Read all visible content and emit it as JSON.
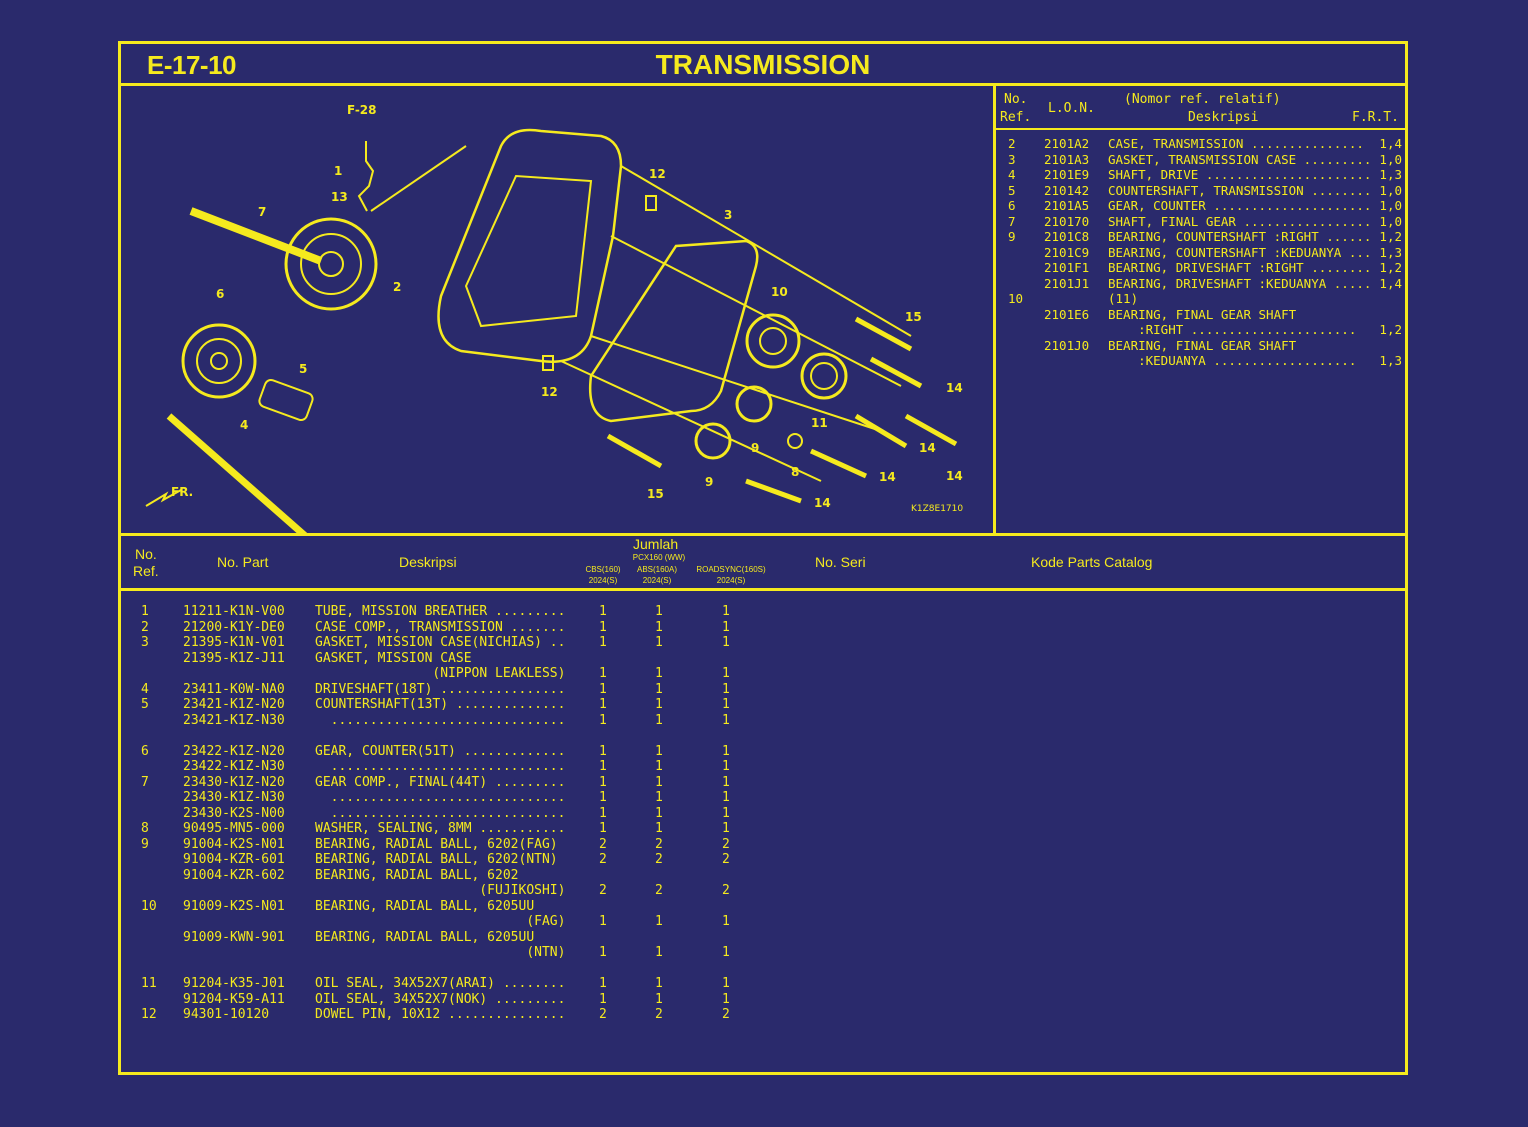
{
  "header": {
    "code": "E-17-10",
    "title": "TRANSMISSION"
  },
  "diagram": {
    "ref_page": "F-28",
    "fr_label": "FR.",
    "code": "K1Z8E1710",
    "callouts": [
      "1",
      "13",
      "7",
      "2",
      "12",
      "3",
      "6",
      "5",
      "10",
      "15",
      "12",
      "14",
      "4",
      "11",
      "9",
      "14",
      "8",
      "14",
      "15",
      "9",
      "14",
      "14"
    ]
  },
  "frt": {
    "headers": {
      "no": "No.",
      "ref": "Ref.",
      "lon": "L.O.N.",
      "relative": "(Nomor ref. relatif)",
      "desc": "Deskripsi",
      "frt": "F.R.T."
    },
    "rows": [
      {
        "ref": "2",
        "lon": "2101A2",
        "desc": "CASE, TRANSMISSION ...............",
        "frt": "1,4"
      },
      {
        "ref": "3",
        "lon": "2101A3",
        "desc": "GASKET, TRANSMISSION CASE .........",
        "frt": "1,0"
      },
      {
        "ref": "4",
        "lon": "2101E9",
        "desc": "SHAFT, DRIVE ......................",
        "frt": "1,3"
      },
      {
        "ref": "5",
        "lon": "210142",
        "desc": "COUNTERSHAFT, TRANSMISSION ........",
        "frt": "1,0"
      },
      {
        "ref": "6",
        "lon": "2101A5",
        "desc": "GEAR, COUNTER .....................",
        "frt": "1,0"
      },
      {
        "ref": "7",
        "lon": "210170",
        "desc": "SHAFT, FINAL GEAR .................",
        "frt": "1,0"
      },
      {
        "ref": "9",
        "lon": "2101C8",
        "desc": "BEARING, COUNTERSHAFT :RIGHT ......",
        "frt": "1,2"
      },
      {
        "ref": "",
        "lon": "2101C9",
        "desc": "BEARING, COUNTERSHAFT :KEDUANYA ...",
        "frt": "1,3"
      },
      {
        "ref": "",
        "lon": "2101F1",
        "desc": "BEARING, DRIVESHAFT :RIGHT ........",
        "frt": "1,2"
      },
      {
        "ref": "",
        "lon": "2101J1",
        "desc": "BEARING, DRIVESHAFT :KEDUANYA .....",
        "frt": "1,4"
      },
      {
        "ref": "10",
        "lon": "",
        "desc": "(11)",
        "frt": ""
      },
      {
        "ref": "",
        "lon": "2101E6",
        "desc": "BEARING, FINAL GEAR SHAFT",
        "frt": ""
      },
      {
        "ref": "",
        "lon": "",
        "desc": "    :RIGHT ......................",
        "frt": "1,2"
      },
      {
        "ref": "",
        "lon": "2101J0",
        "desc": "BEARING, FINAL GEAR SHAFT",
        "frt": ""
      },
      {
        "ref": "",
        "lon": "",
        "desc": "    :KEDUANYA ...................",
        "frt": "1,3"
      }
    ]
  },
  "parts_header": {
    "no": "No.",
    "ref": "Ref.",
    "part": "No. Part",
    "desc": "Deskripsi",
    "jumlah": "Jumlah",
    "model_group": "PCX160 (WW)",
    "cols": [
      "CBS(160)\n2024(S)",
      "ABS(160A)\n2024(S)",
      "ROADSYNC(160S)\n2024(S)"
    ],
    "serial": "No. Seri",
    "catalog": "Kode Parts Catalog"
  },
  "parts": [
    {
      "ref": "1",
      "part": "11211-K1N-V00",
      "desc": "TUBE, MISSION BREATHER .........",
      "q": [
        "1",
        "1",
        "1"
      ]
    },
    {
      "ref": "2",
      "part": "21200-K1Y-DE0",
      "desc": "CASE COMP., TRANSMISSION .......",
      "q": [
        "1",
        "1",
        "1"
      ]
    },
    {
      "ref": "3",
      "part": "21395-K1N-V01",
      "desc": "GASKET, MISSION CASE(NICHIAS) ..",
      "q": [
        "1",
        "1",
        "1"
      ]
    },
    {
      "ref": "",
      "part": "21395-K1Z-J11",
      "desc": "GASKET, MISSION CASE",
      "q": [
        "",
        "",
        ""
      ]
    },
    {
      "ref": "",
      "part": "",
      "desc": "               (NIPPON LEAKLESS)",
      "q": [
        "1",
        "1",
        "1"
      ]
    },
    {
      "ref": "4",
      "part": "23411-K0W-NA0",
      "desc": "DRIVESHAFT(18T) ................",
      "q": [
        "1",
        "1",
        "1"
      ]
    },
    {
      "ref": "5",
      "part": "23421-K1Z-N20",
      "desc": "COUNTERSHAFT(13T) ..............",
      "q": [
        "1",
        "1",
        "1"
      ]
    },
    {
      "ref": "",
      "part": "23421-K1Z-N30",
      "desc": "  ..............................",
      "q": [
        "1",
        "1",
        "1"
      ]
    },
    {
      "ref": "",
      "part": "",
      "desc": "",
      "q": [
        "",
        "",
        ""
      ]
    },
    {
      "ref": "6",
      "part": "23422-K1Z-N20",
      "desc": "GEAR, COUNTER(51T) .............",
      "q": [
        "1",
        "1",
        "1"
      ]
    },
    {
      "ref": "",
      "part": "23422-K1Z-N30",
      "desc": "  ..............................",
      "q": [
        "1",
        "1",
        "1"
      ]
    },
    {
      "ref": "7",
      "part": "23430-K1Z-N20",
      "desc": "GEAR COMP., FINAL(44T) .........",
      "q": [
        "1",
        "1",
        "1"
      ]
    },
    {
      "ref": "",
      "part": "23430-K1Z-N30",
      "desc": "  ..............................",
      "q": [
        "1",
        "1",
        "1"
      ]
    },
    {
      "ref": "",
      "part": "23430-K2S-N00",
      "desc": "  ..............................",
      "q": [
        "1",
        "1",
        "1"
      ]
    },
    {
      "ref": "8",
      "part": "90495-MN5-000",
      "desc": "WASHER, SEALING, 8MM ...........",
      "q": [
        "1",
        "1",
        "1"
      ]
    },
    {
      "ref": "9",
      "part": "91004-K2S-N01",
      "desc": "BEARING, RADIAL BALL, 6202(FAG)",
      "q": [
        "2",
        "2",
        "2"
      ]
    },
    {
      "ref": "",
      "part": "91004-KZR-601",
      "desc": "BEARING, RADIAL BALL, 6202(NTN)",
      "q": [
        "2",
        "2",
        "2"
      ]
    },
    {
      "ref": "",
      "part": "91004-KZR-602",
      "desc": "BEARING, RADIAL BALL, 6202",
      "q": [
        "",
        "",
        ""
      ]
    },
    {
      "ref": "",
      "part": "",
      "desc": "                     (FUJIKOSHI)",
      "q": [
        "2",
        "2",
        "2"
      ]
    },
    {
      "ref": "10",
      "part": "91009-K2S-N01",
      "desc": "BEARING, RADIAL BALL, 6205UU",
      "q": [
        "",
        "",
        ""
      ]
    },
    {
      "ref": "",
      "part": "",
      "desc": "                           (FAG)",
      "q": [
        "1",
        "1",
        "1"
      ]
    },
    {
      "ref": "",
      "part": "91009-KWN-901",
      "desc": "BEARING, RADIAL BALL, 6205UU",
      "q": [
        "",
        "",
        ""
      ]
    },
    {
      "ref": "",
      "part": "",
      "desc": "                           (NTN)",
      "q": [
        "1",
        "1",
        "1"
      ]
    },
    {
      "ref": "",
      "part": "",
      "desc": "",
      "q": [
        "",
        "",
        ""
      ]
    },
    {
      "ref": "11",
      "part": "91204-K35-J01",
      "desc": "OIL SEAL, 34X52X7(ARAI) ........",
      "q": [
        "1",
        "1",
        "1"
      ]
    },
    {
      "ref": "",
      "part": "91204-K59-A11",
      "desc": "OIL SEAL, 34X52X7(NOK) .........",
      "q": [
        "1",
        "1",
        "1"
      ]
    },
    {
      "ref": "12",
      "part": "94301-10120",
      "desc": "DOWEL PIN, 10X12 ...............",
      "q": [
        "2",
        "2",
        "2"
      ]
    }
  ]
}
